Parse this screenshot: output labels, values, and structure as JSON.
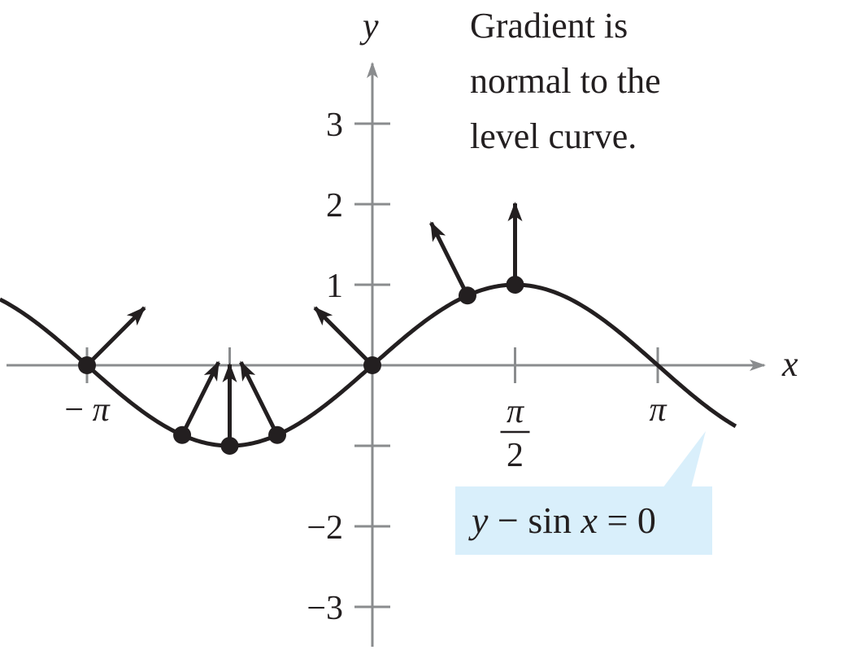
{
  "annotation": {
    "lines": [
      "Gradient is",
      "normal to the",
      "level curve."
    ]
  },
  "equation": {
    "left": "y",
    "minus": " − sin ",
    "var": "x",
    "right": " = 0",
    "box_color": "#d9effb"
  },
  "axes": {
    "x_label": "x",
    "y_label": "y",
    "y_ticks": [
      {
        "value": 3,
        "label": "3"
      },
      {
        "value": 2,
        "label": "2"
      },
      {
        "value": 1,
        "label": "1"
      },
      {
        "value": -1,
        "label": ""
      },
      {
        "value": -2,
        "label": "−2"
      },
      {
        "value": -3,
        "label": "−3"
      }
    ],
    "x_ticks": [
      {
        "value": -3.14159,
        "label": "−π"
      },
      {
        "value": -1.5708,
        "label": ""
      },
      {
        "value": 1.5708,
        "label_num": "π",
        "label_den": "2"
      },
      {
        "value": 3.14159,
        "label": "π"
      }
    ],
    "axis_color": "#8a8c8e"
  },
  "curve": {
    "equation": "y = sin x",
    "x_range": [
      -4.1,
      4.0
    ],
    "color": "#231f20"
  },
  "points": [
    {
      "x": -3.14159,
      "grad": [
        0.707,
        0.707
      ]
    },
    {
      "x": -2.094,
      "grad": [
        0.447,
        0.894
      ]
    },
    {
      "x": -1.5708,
      "grad": [
        0,
        1
      ]
    },
    {
      "x": -1.047,
      "grad": [
        -0.447,
        0.894
      ]
    },
    {
      "x": 0,
      "grad": [
        -0.707,
        0.707
      ]
    },
    {
      "x": 1.047,
      "grad": [
        -0.447,
        0.894
      ]
    },
    {
      "x": 1.5708,
      "grad": [
        0,
        1
      ]
    }
  ]
}
